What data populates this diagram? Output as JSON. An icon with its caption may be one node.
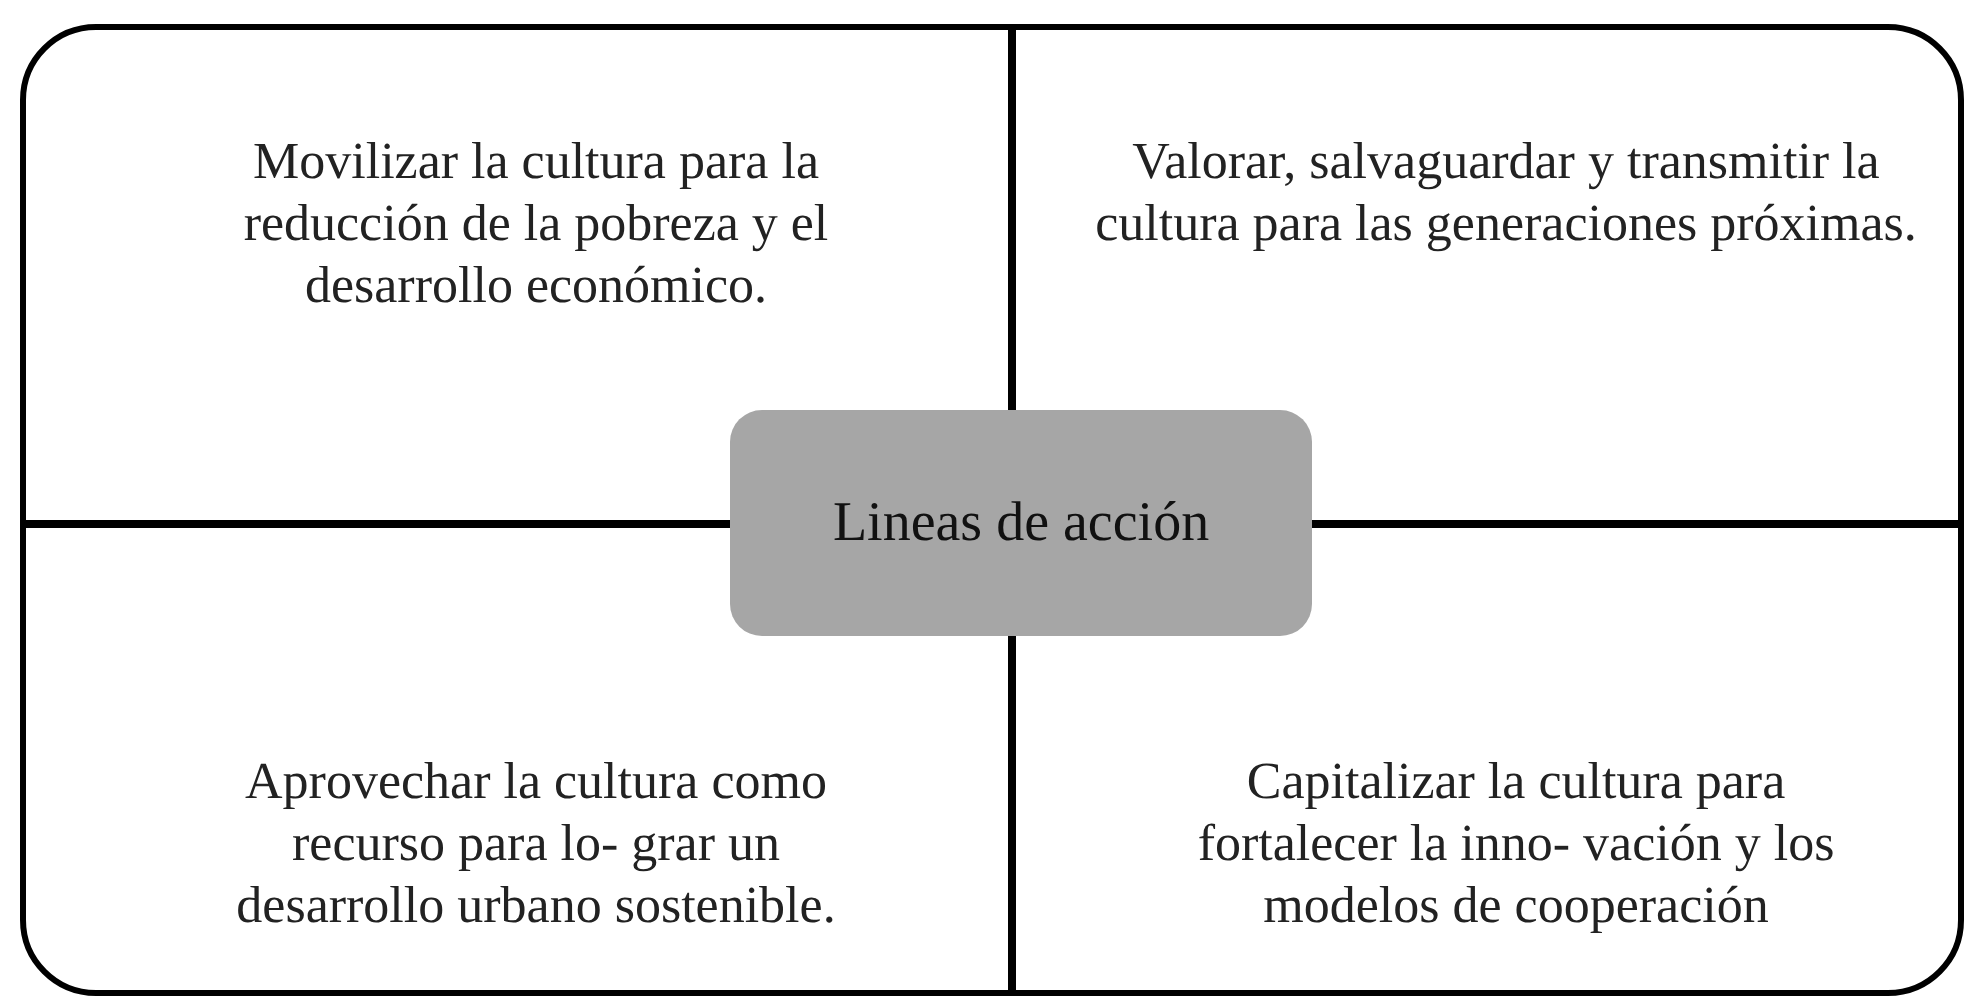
{
  "diagram": {
    "nodes": [
      {
        "text": [],
        "shape": "box"
      },
      {
        "text": [
          "Movilizar la cultura para la reducción de la pobreza y el desarrollo económico."
        ],
        "in": 0
      },
      {
        "text": [
          "Valorar, salvaguardar y transmitir la cultura para las generaciones próximas."
        ],
        "in": 0
      },
      {
        "text": [
          "Lineas de acción"
        ],
        "in": 0
      },
      {
        "text": [
          "Aprovechar la cultura como recurso para lo- grar un desarrollo urbano sostenible."
        ],
        "in": 0
      },
      {
        "text": [
          "Capitalizar la cultura para fortalecer la inno- vación y los modelos de cooperación"
        ],
        "in": 0
      }
    ]
  }
}
